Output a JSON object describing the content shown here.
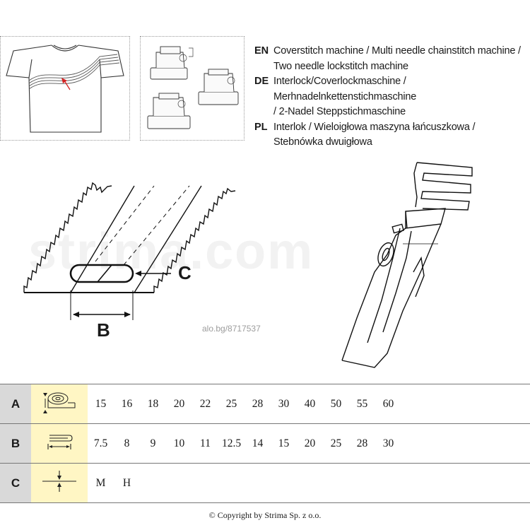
{
  "languages": [
    {
      "code": "EN",
      "lines": [
        "Coverstitch machine / Multi needle chainstitch machine /",
        "Two needle lockstitch machine"
      ]
    },
    {
      "code": "DE",
      "lines": [
        "Interlock/Coverlockmaschine / Merhnadelnkettenstichmaschine",
        "/ 2-Nadel Steppstichmaschine"
      ]
    },
    {
      "code": "PL",
      "lines": [
        "Interlok / Wieloigłowa maszyna łańcuszkowa /",
        "Stebnówka dwuigłowa"
      ]
    }
  ],
  "diagram": {
    "label_b": "B",
    "label_c": "C",
    "watermark": "strima.com",
    "stamp": "alo.bg/8717537"
  },
  "icons": {
    "shirt": "t-shirt-icon",
    "machines": "sewing-machines-icon",
    "tape": "tape-roll-icon",
    "fold": "folded-tape-icon",
    "thickness": "thickness-icon"
  },
  "table": {
    "rows": [
      {
        "label": "A",
        "values": [
          "15",
          "16",
          "18",
          "20",
          "22",
          "25",
          "28",
          "30",
          "40",
          "50",
          "55",
          "60"
        ]
      },
      {
        "label": "B",
        "values": [
          "7.5",
          "8",
          "9",
          "10",
          "11",
          "12.5",
          "14",
          "15",
          "20",
          "25",
          "28",
          "30"
        ]
      },
      {
        "label": "C",
        "values": [
          "M",
          "H"
        ]
      }
    ]
  },
  "footer": "© Copyright by Strima Sp. z o.o."
}
